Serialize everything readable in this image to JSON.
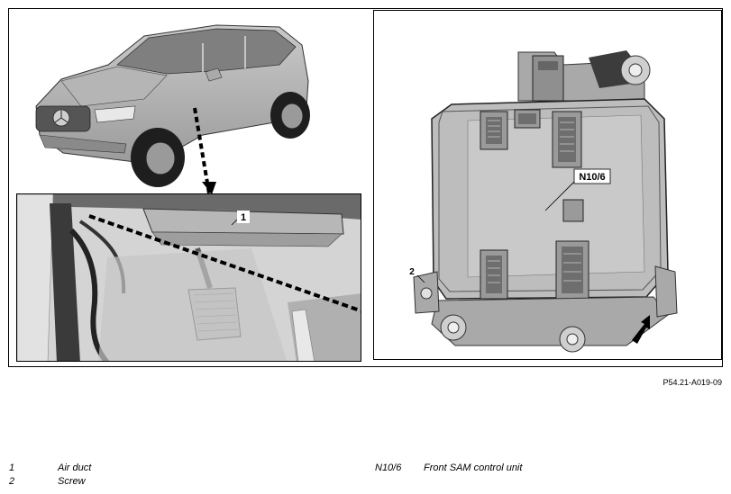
{
  "figure": {
    "reference_code": "P54.21-A019-09",
    "callouts": {
      "inset_item": "1",
      "screw": "2",
      "control_unit": "N10/6"
    }
  },
  "legend": {
    "left": [
      {
        "number": "1",
        "label": "Air duct"
      },
      {
        "number": "2",
        "label": "Screw"
      }
    ],
    "right": [
      {
        "number": "N10/6",
        "label": "Front SAM control unit"
      }
    ]
  },
  "icons": {
    "pointer": "direction-arrow-icon"
  }
}
